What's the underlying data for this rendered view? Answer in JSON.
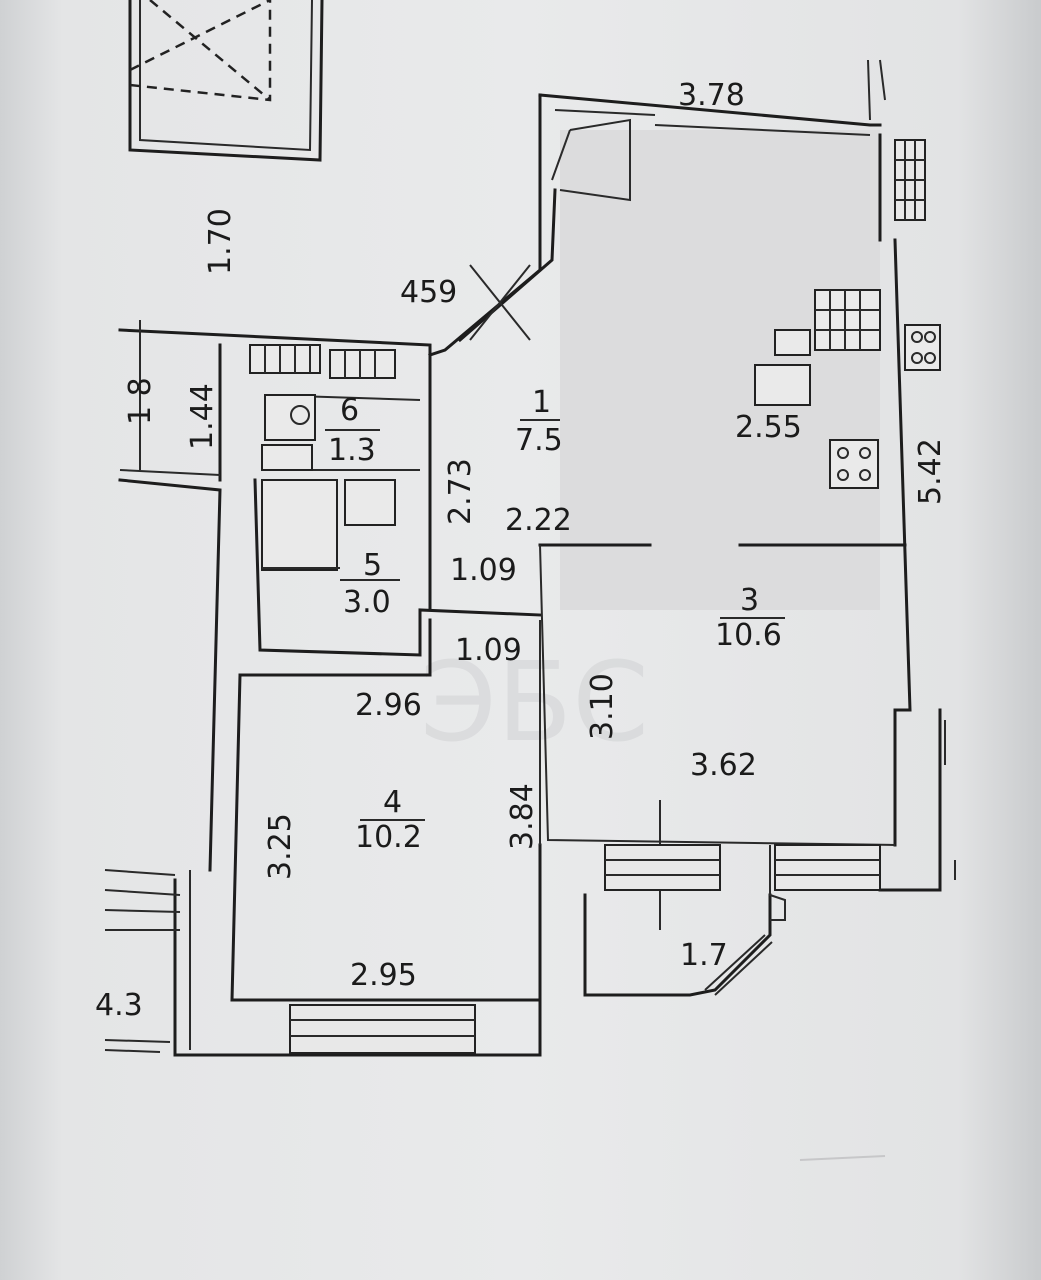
{
  "plan": {
    "dimensions": {
      "d_378": "3.78",
      "d_170": "1.70",
      "d_459": "459",
      "d_144": "1.44",
      "d_18": "1 8",
      "d_273": "2.73",
      "d_255": "2.55",
      "d_542": "5.42",
      "d_222": "2.22",
      "d_109a": "1.09",
      "d_109b": "1.09",
      "d_296": "2.96",
      "d_310": "3.10",
      "d_362": "3.62",
      "d_325": "3.25",
      "d_384": "3.84",
      "d_295": "2.95",
      "d_17": "1.7",
      "d_43": "4.3"
    },
    "rooms": [
      {
        "number": "1",
        "area": "7.5"
      },
      {
        "number": "3",
        "area": "10.6"
      },
      {
        "number": "4",
        "area": "10.2"
      },
      {
        "number": "5",
        "area": "3.0"
      },
      {
        "number": "6",
        "area": "1.3"
      }
    ],
    "watermark": "ЭБС"
  }
}
